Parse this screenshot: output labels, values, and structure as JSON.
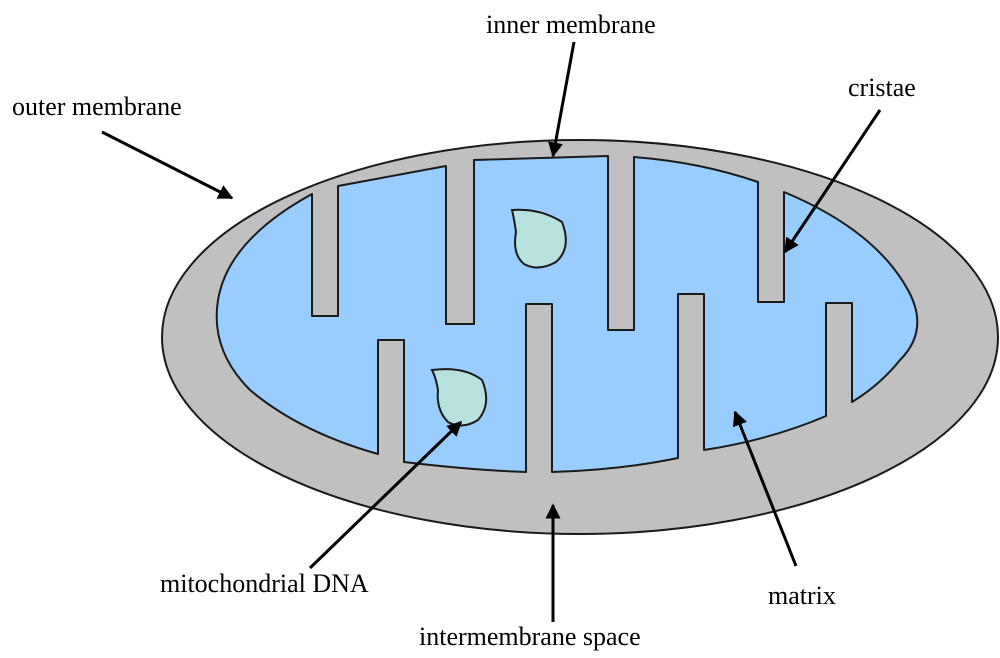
{
  "labels": {
    "inner_membrane": "inner membrane",
    "outer_membrane": "outer membrane",
    "cristae": "cristae",
    "mitochondrial_dna": "mitochondrial DNA",
    "matrix": "matrix",
    "intermembrane_space": "intermembrane space"
  },
  "colors": {
    "outer_membrane_fill": "#c0c0c0",
    "outline": "#1a1a1a",
    "matrix_fill": "#99ccff",
    "dna_fill": "#b8e0dc",
    "text": "#000000"
  }
}
